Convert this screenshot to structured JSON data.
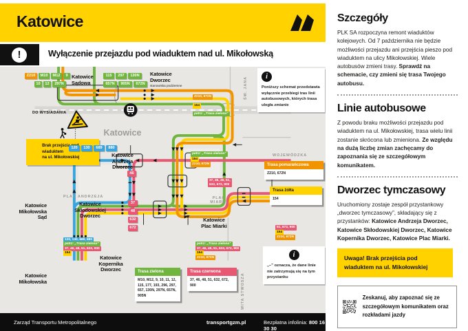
{
  "colors": {
    "yellow": "#ffd200",
    "green": "#6fb53e",
    "orange": "#f29400",
    "pink": "#e85873",
    "blue": "#3aa5dc",
    "black": "#111111"
  },
  "header": {
    "title": "Katowice"
  },
  "alert": {
    "title": "Wyłączenie przejazdu pod wiaduktem nad ul. Mikołowską"
  },
  "map": {
    "stations": {
      "sadowa": "Katowice\nSądowa",
      "dworzec": "Katowice\nDworzec",
      "dworzec_sub": "stanowiska podziemne",
      "katowice": "Katowice",
      "andrzeja": "Katowice\nAndrzeja\nDworzec",
      "sklodowskiej": "Katowice\nSkłodowskiej\nDworzec",
      "kopernika": "Katowice\nKopernika\nDworzec",
      "mikolowska_sad": "Katowice\nMikołowska\nSąd",
      "mikolowska": "Katowice\nMikołowska",
      "plac_miarki": "Katowice\nPlac Miarki"
    },
    "streets": {
      "wojewodzka": "WOJEWÓDZKA",
      "sw_jana": "ŚW. JANA",
      "wita_stwosza": "WITA STWOSZA",
      "plac_andrzeja": "PLAC ANDRZEJA",
      "plac_miarki": "PLAC\nMIARKI"
    },
    "badges": {
      "sadowa_row1": [
        "Z210",
        "M10",
        "M12",
        "9"
      ],
      "sadowa_row2": [
        "10",
        "12",
        "297N"
      ],
      "dworzec_row1": [
        "115",
        "297",
        "130N"
      ],
      "dworzec_row2": [
        "657N",
        "905N",
        "672N"
      ],
      "andrzeja_blue": [
        "120",
        "130",
        "689",
        "880"
      ],
      "andrzeja_pink": "46",
      "sklodowskiej": [
        "37",
        "48",
        "632",
        "672"
      ]
    },
    "chips": {
      "north": {
        "orange": "Z210, 672N",
        "yellow": "154",
        "green": "patrz: „Trasa zielona”"
      },
      "miarki_w": {
        "green": "patrz: „Trasa zielona”",
        "yellow": "154",
        "orange": "Z210, 672N"
      },
      "pink_mid": "37, 46, 48, 51,\n632, 672, 900",
      "west": {
        "blue": "120, 130, 689, 880",
        "green": "patrz: „Trasa zielona”",
        "pink": "37, 46, 48, 51, 632, 900",
        "yellow": "154"
      },
      "south": {
        "green": "patrz: „Trasa zielona”",
        "pink": "37, 46, 48, 51, 632, 672, 900",
        "yellow": "154",
        "orange": "Z210, 672N"
      },
      "east": {
        "pink": "51, 672, 900",
        "yellow": "154",
        "orange": "Z210, 672N"
      }
    },
    "route_boxes": {
      "orange": {
        "title": "Trasa pomarańczowa",
        "body": "Z210, 672N"
      },
      "yellow": {
        "title": "Trasa żółta",
        "body": "154"
      },
      "green": {
        "title": "Trasa zielona",
        "body": "M10, M12, 9, 10, 11, 12, 115, 177, 193, 296, 297, 657, 130N, 297N, 657N, 905N"
      },
      "red": {
        "title": "Trasa czerwona",
        "body": "37, 46, 48, 51, 632, 672, 900"
      }
    },
    "notes": {
      "schematic": "Poniższy schemat przedstawia wyłącznie przebiegi tras linii autobusowych, których trasa uległa zmianie",
      "dash": "„–” oznacza, że dane linie nie zatrzymują się na tym przystanku",
      "no_passage": "Brak przejścia pod wiaduktem\nna ul. Mikołowskiej",
      "do_wysiadania": "DO WYSIADANIA"
    }
  },
  "panel": {
    "s1_heading": "Szczegóły",
    "s1_text": "PLK SA rozpoczyna remont wiaduktów kolejowych. Od 7 października nie będzie możliwości przejazdu ani przejścia pieszo pod wiaduktem na ulicy Mikołowskiej. Wiele autobusów zmieni trasy. ",
    "s1_bold": "Sprawdź na schemacie, czy zmieni się trasa Twojego autobusu.",
    "s2_heading": "Linie autobusowe",
    "s2_text": "Z powodu braku możliwości przejazdu pod wiaduktem na ul. Mikołowskiej, trasa wielu linii zostanie skrócona lub zmieniona. ",
    "s2_bold": "Ze względu na dużą liczbę zmian zachęcamy do zapoznania się ze szczegółowym komunikatem.",
    "s3_heading": "Dworzec tymczasowy",
    "s3_text": "Uruchomiony zostaje zespół przystankowy „dworzec tymczasowy”, składający się z przystanków: ",
    "s3_bold": "Katowice Andrzeja Dworzec, Katowice Skłodowskiej Dworzec, Katowice Kopernika Dworzec, Katowice Plac Miarki.",
    "warning": "Uwaga! Brak przejścia pod wiaduktem na ul. Mikołowskiej",
    "qr_text": "Zeskanuj, aby zapoznać się ze szczegółowym komunikatem oraz rozkładami jazdy"
  },
  "footer": {
    "org": "Zarząd Transportu Metropolitalnego",
    "site": "transportgzm.pl",
    "infoline_label": "Bezpłatna infolinia: ",
    "infoline_number": "800 16 30 30"
  }
}
